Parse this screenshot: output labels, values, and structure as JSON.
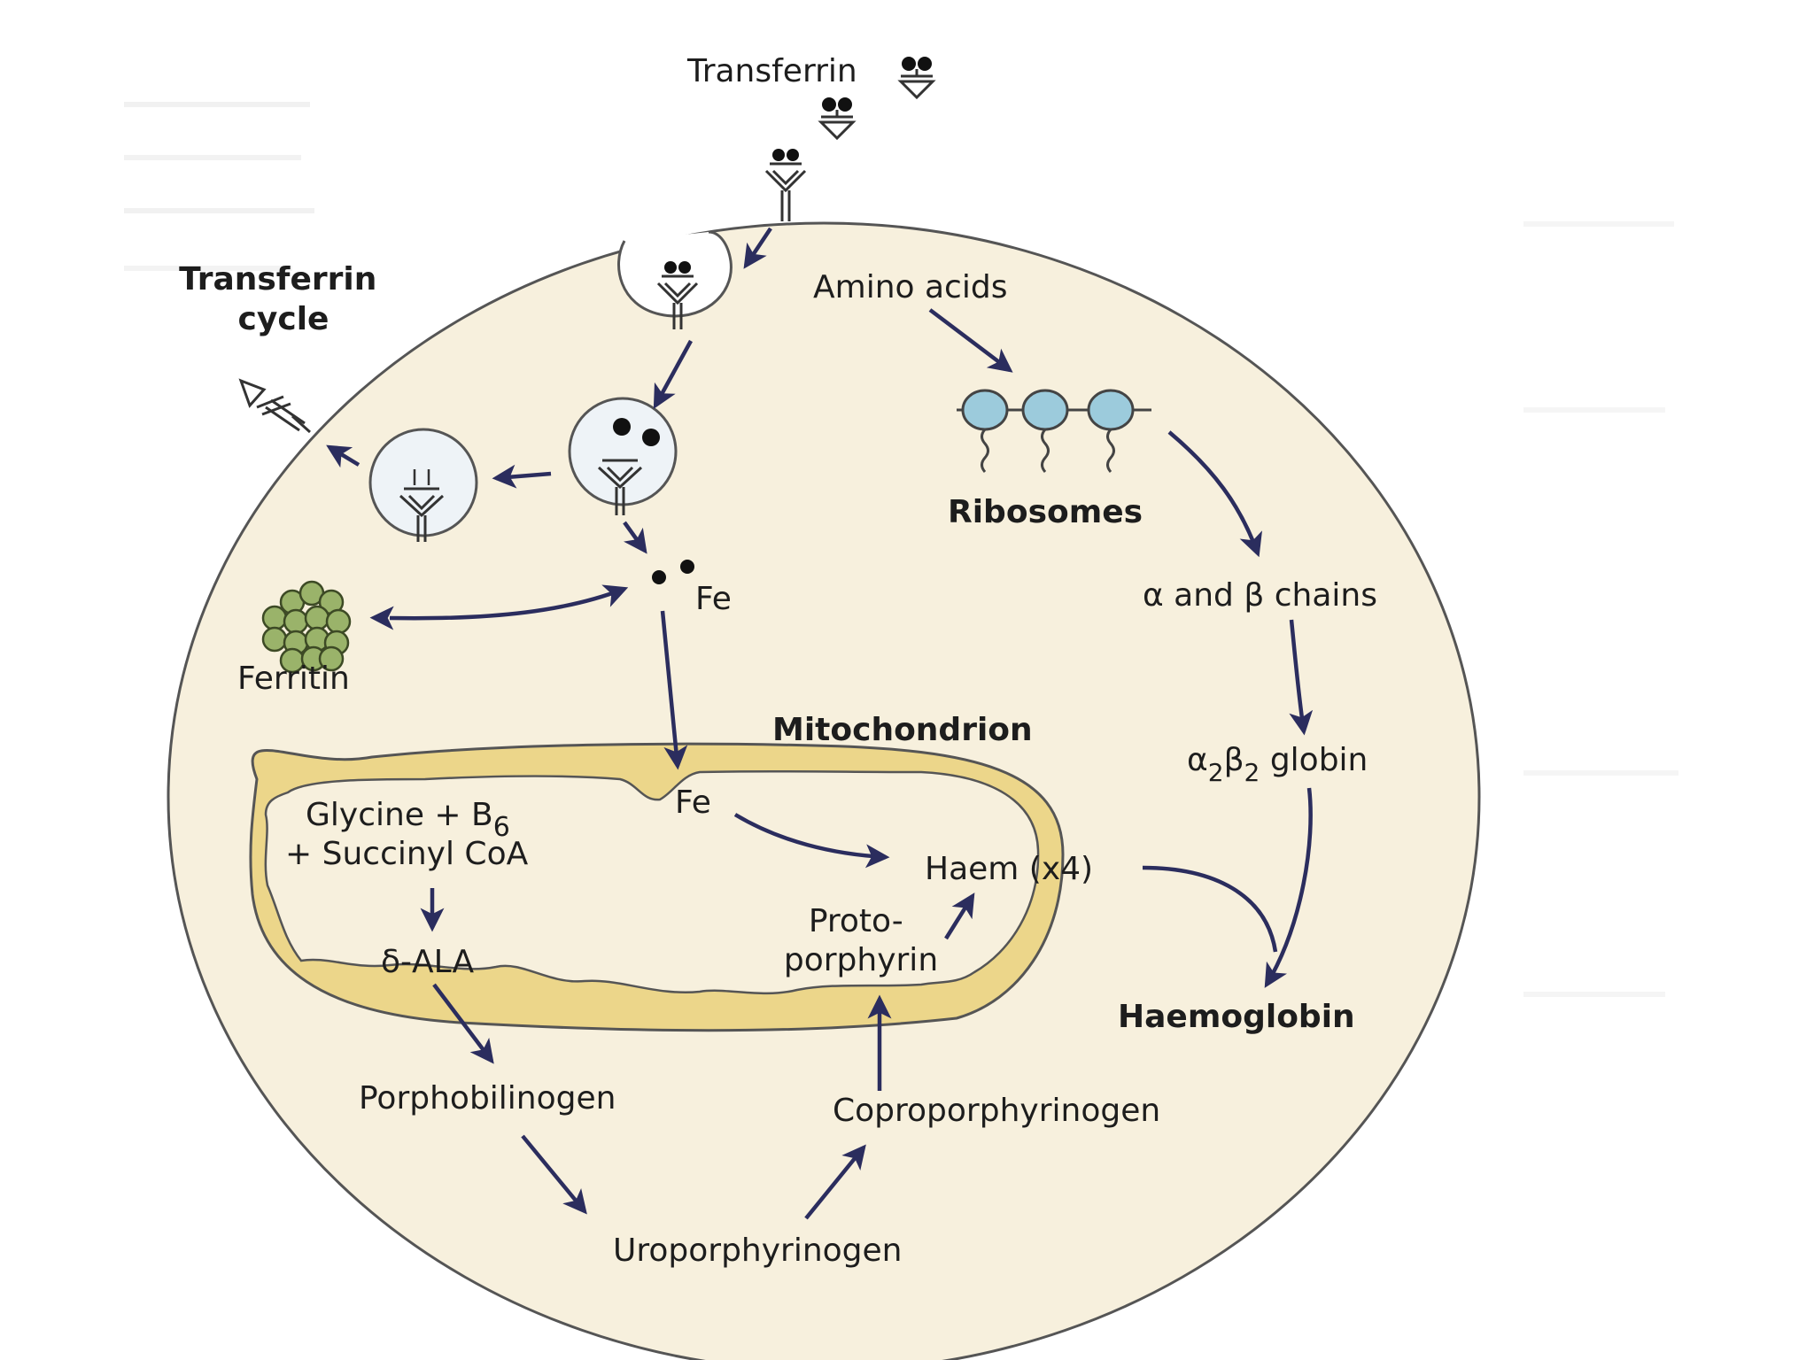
{
  "labels": {
    "transferrin": "Transferrin",
    "transferrin_cycle_line1": "Transferrin",
    "transferrin_cycle_line2": "cycle",
    "amino_acids": "Amino acids",
    "ribosomes": "Ribosomes",
    "alpha_beta_chains": "α and β chains",
    "globin_prefix": "α",
    "globin_sub1": "2",
    "globin_beta": "β",
    "globin_sub2": "2",
    "globin_suffix": " globin",
    "fe_cytoplasm": "Fe",
    "ferritin": "Ferritin",
    "mitochondrion": "Mitochondrion",
    "fe_mito": "Fe",
    "glycine_line1_main": "Glycine + B",
    "glycine_line1_sub": "6",
    "glycine_line2": "+ Succinyl CoA",
    "delta_ala": "δ-ALA",
    "haem": "Haem (x4)",
    "protoporphyrin_line1": "Proto-",
    "protoporphyrin_line2": "porphyrin",
    "haemoglobin": "Haemoglobin",
    "porphobilinogen": "Porphobilinogen",
    "coproporphyrinogen": "Coproporphyrinogen",
    "uroporphyrinogen": "Uroporphyrinogen"
  },
  "colors": {
    "cell_fill": "#f7f0dd",
    "cell_stroke": "#555555",
    "mito_fill": "#ecd68a",
    "mito_inner": "#f7f0dd",
    "arrow": "#2b2d5e",
    "ribosome": "#9ccbdc",
    "ferritin": "#9ab36a",
    "vesicle": "#eef3f7",
    "iron": "#111111"
  }
}
